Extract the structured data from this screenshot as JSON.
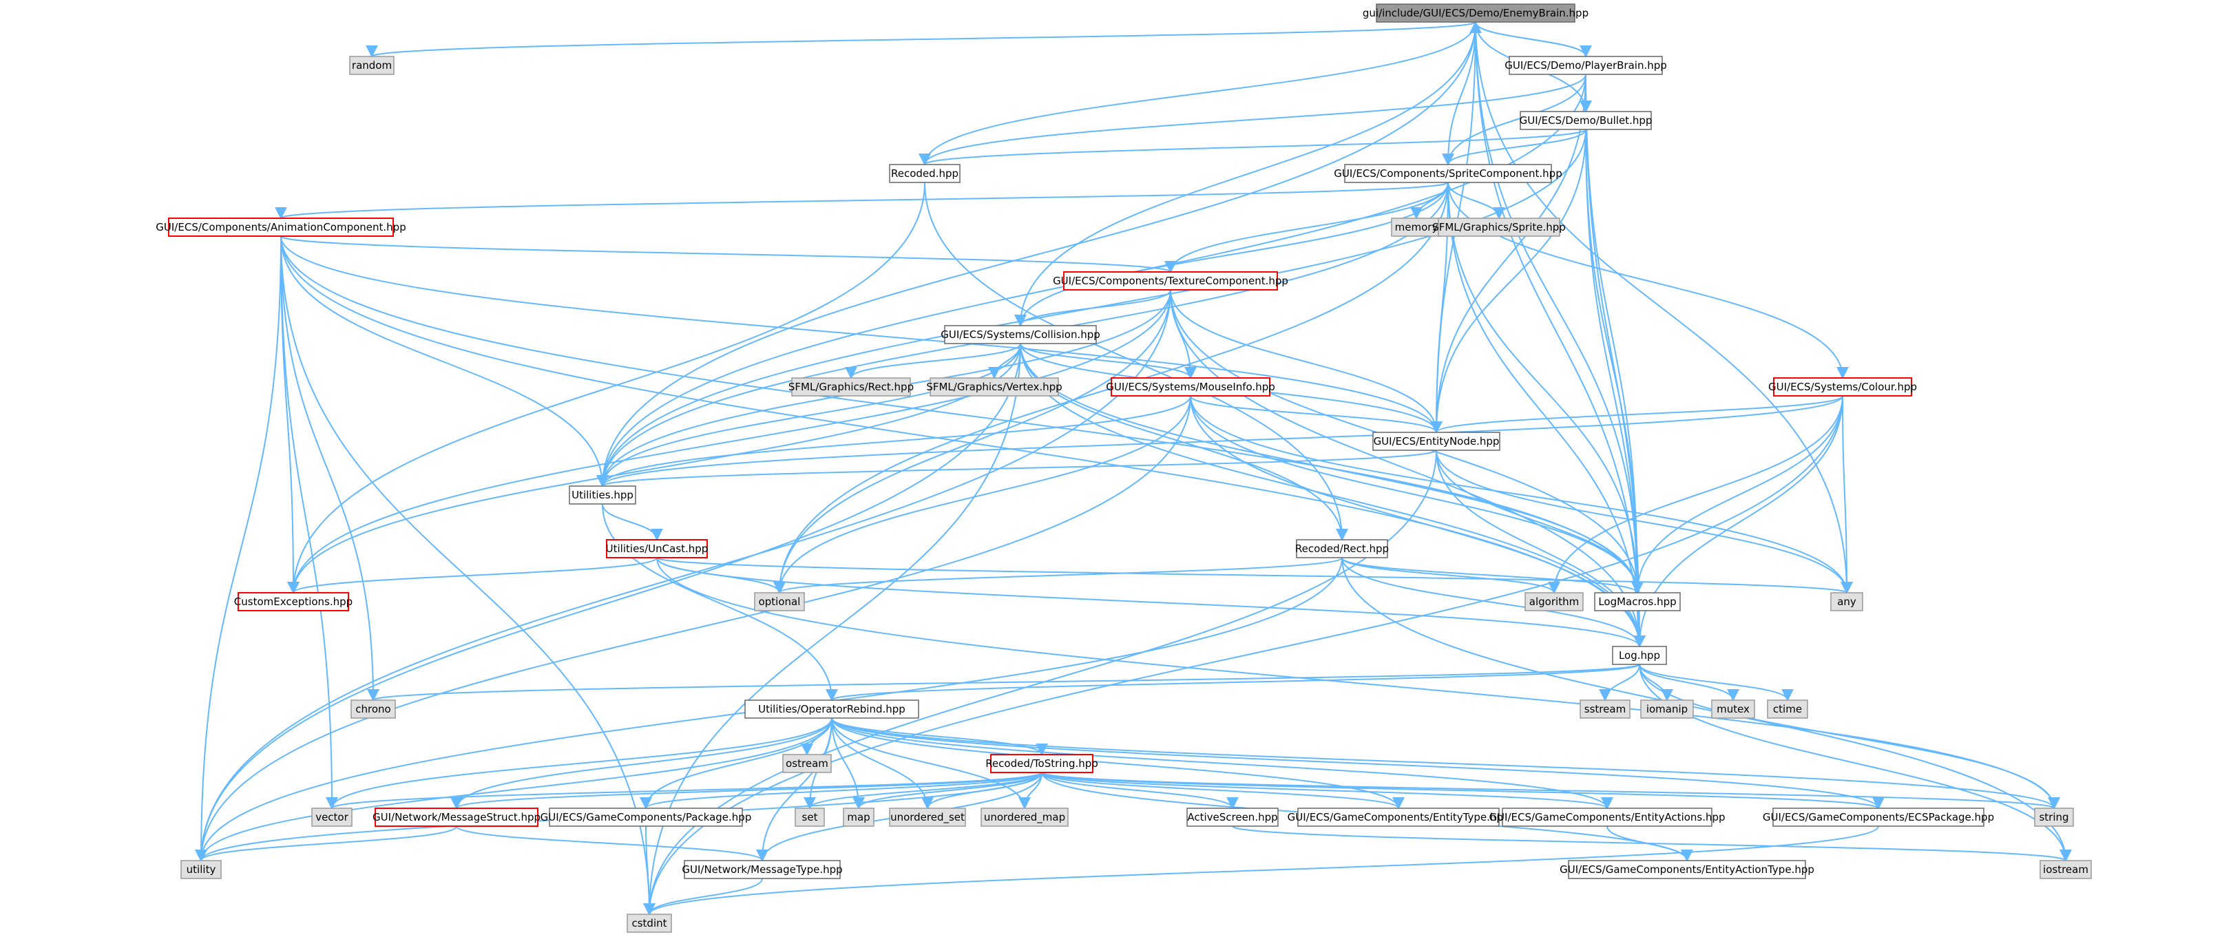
{
  "diagram": {
    "type": "include-dependency-graph",
    "root": "gui/include/GUI/ECS/Demo/EnemyBrain.hpp",
    "colors": {
      "edge": "#63b8ff",
      "root_fill": "#999999",
      "system_fill": "#e0e0e0",
      "file_border": "#666666",
      "incomplete_border": "#ff0000",
      "system_border": "#999999"
    },
    "nodes": [
      {
        "id": "enemybrain",
        "label": "gui/include/GUI/ECS/Demo/EnemyBrain.hpp",
        "kind": "root"
      },
      {
        "id": "random",
        "label": "random",
        "kind": "system"
      },
      {
        "id": "playerbrain",
        "label": "GUI/ECS/Demo/PlayerBrain.hpp",
        "kind": "file"
      },
      {
        "id": "bullet",
        "label": "GUI/ECS/Demo/Bullet.hpp",
        "kind": "file"
      },
      {
        "id": "recoded",
        "label": "Recoded.hpp",
        "kind": "file"
      },
      {
        "id": "sprite",
        "label": "GUI/ECS/Components/SpriteComponent.hpp",
        "kind": "file"
      },
      {
        "id": "memory",
        "label": "memory",
        "kind": "system"
      },
      {
        "id": "sfsprite",
        "label": "SFML/Graphics/Sprite.hpp",
        "kind": "system"
      },
      {
        "id": "animation",
        "label": "GUI/ECS/Components/AnimationComponent.hpp",
        "kind": "incomplete"
      },
      {
        "id": "texture",
        "label": "GUI/ECS/Components/TextureComponent.hpp",
        "kind": "incomplete"
      },
      {
        "id": "collision",
        "label": "GUI/ECS/Systems/Collision.hpp",
        "kind": "file"
      },
      {
        "id": "sfrect",
        "label": "SFML/Graphics/Rect.hpp",
        "kind": "system"
      },
      {
        "id": "sfvertex",
        "label": "SFML/Graphics/Vertex.hpp",
        "kind": "system"
      },
      {
        "id": "mouseinfo",
        "label": "GUI/ECS/Systems/MouseInfo.hpp",
        "kind": "incomplete"
      },
      {
        "id": "colour",
        "label": "GUI/ECS/Systems/Colour.hpp",
        "kind": "incomplete"
      },
      {
        "id": "entitynode",
        "label": "GUI/ECS/EntityNode.hpp",
        "kind": "file"
      },
      {
        "id": "utilities",
        "label": "Utilities.hpp",
        "kind": "file"
      },
      {
        "id": "uncast",
        "label": "Utilities/UnCast.hpp",
        "kind": "incomplete"
      },
      {
        "id": "customexc",
        "label": "CustomExceptions.hpp",
        "kind": "incomplete"
      },
      {
        "id": "optional",
        "label": "optional",
        "kind": "system"
      },
      {
        "id": "recodedrect",
        "label": "Recoded/Rect.hpp",
        "kind": "file"
      },
      {
        "id": "algorithm",
        "label": "algorithm",
        "kind": "system"
      },
      {
        "id": "logmacros",
        "label": "LogMacros.hpp",
        "kind": "file"
      },
      {
        "id": "any",
        "label": "any",
        "kind": "system"
      },
      {
        "id": "log",
        "label": "Log.hpp",
        "kind": "file"
      },
      {
        "id": "chrono",
        "label": "chrono",
        "kind": "system"
      },
      {
        "id": "opreb",
        "label": "Utilities/OperatorRebind.hpp",
        "kind": "file"
      },
      {
        "id": "sstream",
        "label": "sstream",
        "kind": "system"
      },
      {
        "id": "iomanip",
        "label": "iomanip",
        "kind": "system"
      },
      {
        "id": "mutex",
        "label": "mutex",
        "kind": "system"
      },
      {
        "id": "ctime",
        "label": "ctime",
        "kind": "system"
      },
      {
        "id": "ostream",
        "label": "ostream",
        "kind": "system"
      },
      {
        "id": "tostring",
        "label": "Recoded/ToString.hpp",
        "kind": "incomplete"
      },
      {
        "id": "vector",
        "label": "vector",
        "kind": "system"
      },
      {
        "id": "msgstruct",
        "label": "GUI/Network/MessageStruct.hpp",
        "kind": "incomplete"
      },
      {
        "id": "package",
        "label": "GUI/ECS/GameComponents/Package.hpp",
        "kind": "file"
      },
      {
        "id": "set",
        "label": "set",
        "kind": "system"
      },
      {
        "id": "map",
        "label": "map",
        "kind": "system"
      },
      {
        "id": "uset",
        "label": "unordered_set",
        "kind": "system"
      },
      {
        "id": "umap",
        "label": "unordered_map",
        "kind": "system"
      },
      {
        "id": "activescreen",
        "label": "ActiveScreen.hpp",
        "kind": "file"
      },
      {
        "id": "entitytype",
        "label": "GUI/ECS/GameComponents/EntityType.hpp",
        "kind": "file"
      },
      {
        "id": "entityactions",
        "label": "GUI/ECS/GameComponents/EntityActions.hpp",
        "kind": "file"
      },
      {
        "id": "ecspackage",
        "label": "GUI/ECS/GameComponents/ECSPackage.hpp",
        "kind": "file"
      },
      {
        "id": "string",
        "label": "string",
        "kind": "system"
      },
      {
        "id": "utility",
        "label": "utility",
        "kind": "system"
      },
      {
        "id": "msgtype",
        "label": "GUI/Network/MessageType.hpp",
        "kind": "file"
      },
      {
        "id": "iostream",
        "label": "iostream",
        "kind": "system"
      },
      {
        "id": "entityactiontype",
        "label": "GUI/ECS/GameComponents/EntityActionType.hpp",
        "kind": "file"
      },
      {
        "id": "cstdint",
        "label": "cstdint",
        "kind": "system"
      }
    ],
    "edges": [
      [
        "enemybrain",
        "random"
      ],
      [
        "enemybrain",
        "playerbrain"
      ],
      [
        "enemybrain",
        "bullet"
      ],
      [
        "enemybrain",
        "recoded"
      ],
      [
        "enemybrain",
        "sprite"
      ],
      [
        "enemybrain",
        "collision"
      ],
      [
        "enemybrain",
        "entitynode"
      ],
      [
        "enemybrain",
        "utilities"
      ],
      [
        "enemybrain",
        "logmacros"
      ],
      [
        "enemybrain",
        "any"
      ],
      [
        "enemybrain",
        "log"
      ],
      [
        "playerbrain",
        "enemybrain"
      ],
      [
        "playerbrain",
        "bullet"
      ],
      [
        "playerbrain",
        "recoded"
      ],
      [
        "playerbrain",
        "sprite"
      ],
      [
        "playerbrain",
        "entitynode"
      ],
      [
        "playerbrain",
        "utilities"
      ],
      [
        "playerbrain",
        "logmacros"
      ],
      [
        "playerbrain",
        "log"
      ],
      [
        "bullet",
        "recoded"
      ],
      [
        "bullet",
        "sprite"
      ],
      [
        "bullet",
        "entitynode"
      ],
      [
        "bullet",
        "logmacros"
      ],
      [
        "bullet",
        "log"
      ],
      [
        "bullet",
        "utilities"
      ],
      [
        "recoded",
        "recodedrect"
      ],
      [
        "recoded",
        "customexc"
      ],
      [
        "sprite",
        "memory"
      ],
      [
        "sprite",
        "sfsprite"
      ],
      [
        "sprite",
        "animation"
      ],
      [
        "sprite",
        "texture"
      ],
      [
        "sprite",
        "collision"
      ],
      [
        "sprite",
        "colour"
      ],
      [
        "sprite",
        "entitynode"
      ],
      [
        "sprite",
        "utilities"
      ],
      [
        "sprite",
        "logmacros"
      ],
      [
        "sprite",
        "log"
      ],
      [
        "sprite",
        "optional"
      ],
      [
        "animation",
        "texture"
      ],
      [
        "animation",
        "entitynode"
      ],
      [
        "animation",
        "customexc"
      ],
      [
        "animation",
        "utilities"
      ],
      [
        "animation",
        "logmacros"
      ],
      [
        "animation",
        "log"
      ],
      [
        "animation",
        "chrono"
      ],
      [
        "animation",
        "vector"
      ],
      [
        "animation",
        "utility"
      ],
      [
        "animation",
        "cstdint"
      ],
      [
        "texture",
        "collision"
      ],
      [
        "texture",
        "mouseinfo"
      ],
      [
        "texture",
        "entitynode"
      ],
      [
        "texture",
        "utilities"
      ],
      [
        "texture",
        "customexc"
      ],
      [
        "texture",
        "logmacros"
      ],
      [
        "texture",
        "log"
      ],
      [
        "texture",
        "optional"
      ],
      [
        "texture",
        "utility"
      ],
      [
        "collision",
        "sfrect"
      ],
      [
        "collision",
        "sfvertex"
      ],
      [
        "collision",
        "mouseinfo"
      ],
      [
        "collision",
        "entitynode"
      ],
      [
        "collision",
        "utilities"
      ],
      [
        "collision",
        "recodedrect"
      ],
      [
        "collision",
        "logmacros"
      ],
      [
        "collision",
        "log"
      ],
      [
        "collision",
        "customexc"
      ],
      [
        "collision",
        "utility"
      ],
      [
        "collision",
        "cstdint"
      ],
      [
        "mouseinfo",
        "entitynode"
      ],
      [
        "mouseinfo",
        "utilities"
      ],
      [
        "mouseinfo",
        "optional"
      ],
      [
        "mouseinfo",
        "logmacros"
      ],
      [
        "mouseinfo",
        "log"
      ],
      [
        "mouseinfo",
        "any"
      ],
      [
        "mouseinfo",
        "utility"
      ],
      [
        "colour",
        "entitynode"
      ],
      [
        "colour",
        "utilities"
      ],
      [
        "colour",
        "algorithm"
      ],
      [
        "colour",
        "logmacros"
      ],
      [
        "colour",
        "any"
      ],
      [
        "colour",
        "log"
      ],
      [
        "colour",
        "cstdint"
      ],
      [
        "entitynode",
        "utilities"
      ],
      [
        "entitynode",
        "logmacros"
      ],
      [
        "entitynode",
        "log"
      ],
      [
        "entitynode",
        "any"
      ],
      [
        "entitynode",
        "cstdint"
      ],
      [
        "utilities",
        "uncast"
      ],
      [
        "utilities",
        "opreb"
      ],
      [
        "uncast",
        "customexc"
      ],
      [
        "uncast",
        "optional"
      ],
      [
        "uncast",
        "any"
      ],
      [
        "uncast",
        "log"
      ],
      [
        "uncast",
        "string"
      ],
      [
        "recodedrect",
        "optional"
      ],
      [
        "recodedrect",
        "algorithm"
      ],
      [
        "recodedrect",
        "logmacros"
      ],
      [
        "recodedrect",
        "log"
      ],
      [
        "recodedrect",
        "utility"
      ],
      [
        "recodedrect",
        "iostream"
      ],
      [
        "logmacros",
        "log"
      ],
      [
        "log",
        "chrono"
      ],
      [
        "log",
        "sstream"
      ],
      [
        "log",
        "iomanip"
      ],
      [
        "log",
        "mutex"
      ],
      [
        "log",
        "ctime"
      ],
      [
        "log",
        "opreb"
      ],
      [
        "log",
        "string"
      ],
      [
        "log",
        "iostream"
      ],
      [
        "opreb",
        "ostream"
      ],
      [
        "opreb",
        "tostring"
      ],
      [
        "opreb",
        "vector"
      ],
      [
        "opreb",
        "msgstruct"
      ],
      [
        "opreb",
        "package"
      ],
      [
        "opreb",
        "set"
      ],
      [
        "opreb",
        "map"
      ],
      [
        "opreb",
        "uset"
      ],
      [
        "opreb",
        "umap"
      ],
      [
        "opreb",
        "entitytype"
      ],
      [
        "opreb",
        "entityactions"
      ],
      [
        "opreb",
        "ecspackage"
      ],
      [
        "opreb",
        "string"
      ],
      [
        "opreb",
        "msgtype"
      ],
      [
        "opreb",
        "utility"
      ],
      [
        "tostring",
        "vector"
      ],
      [
        "tostring",
        "msgstruct"
      ],
      [
        "tostring",
        "package"
      ],
      [
        "tostring",
        "set"
      ],
      [
        "tostring",
        "map"
      ],
      [
        "tostring",
        "uset"
      ],
      [
        "tostring",
        "umap"
      ],
      [
        "tostring",
        "activescreen"
      ],
      [
        "tostring",
        "entitytype"
      ],
      [
        "tostring",
        "entityactions"
      ],
      [
        "tostring",
        "ecspackage"
      ],
      [
        "tostring",
        "string"
      ],
      [
        "tostring",
        "utility"
      ],
      [
        "tostring",
        "msgtype"
      ],
      [
        "tostring",
        "entityactiontype"
      ],
      [
        "msgstruct",
        "utility"
      ],
      [
        "msgstruct",
        "msgtype"
      ],
      [
        "package",
        "cstdint"
      ],
      [
        "msgtype",
        "cstdint"
      ],
      [
        "activescreen",
        "iostream"
      ],
      [
        "entityactions",
        "entityactiontype"
      ],
      [
        "ecspackage",
        "cstdint"
      ]
    ]
  }
}
